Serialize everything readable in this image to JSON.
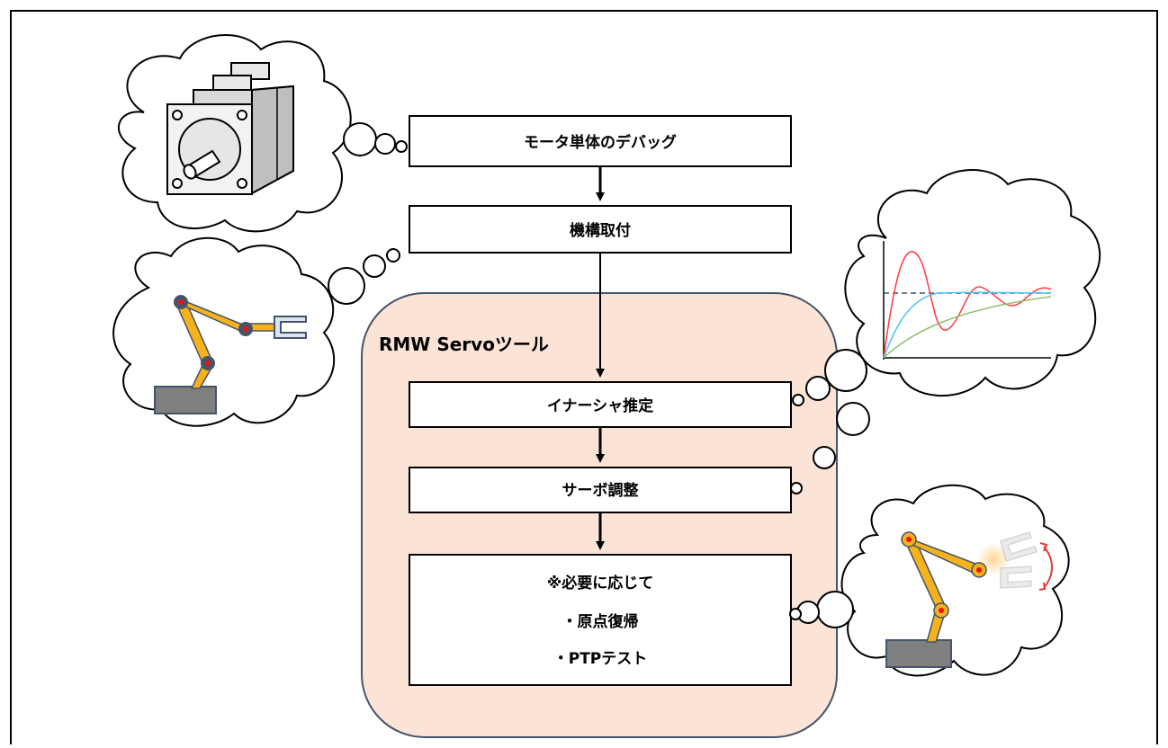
{
  "steps": {
    "motor_debug": "モータ単体のデバッグ",
    "mechanism_mount": "機構取付",
    "inertia_estimation": "イナーシャ推定",
    "servo_tuning": "サーボ調整",
    "optional_heading": "※必要に応じて",
    "origin_return": "・原点復帰",
    "ptp_test": "・PTPテスト"
  },
  "tool_group": {
    "label": "RMW Servoツール",
    "fill_color": "#fbe4d6",
    "border_color": "#44546a"
  },
  "illustrations": {
    "motor_cloud": "stepper-motor-icon",
    "robot_arm_cloud": "robot-arm-icon",
    "response_curve_cloud": "step-response-chart-icon",
    "moving_arm_cloud": "robot-arm-motion-icon"
  },
  "colors": {
    "arm": "#f5b21c",
    "joint": "#44546a",
    "base": "#7f7f7f",
    "curve_red": "#ff3b3b",
    "curve_blue": "#4fc3f7",
    "curve_green": "#8fbf6a"
  }
}
